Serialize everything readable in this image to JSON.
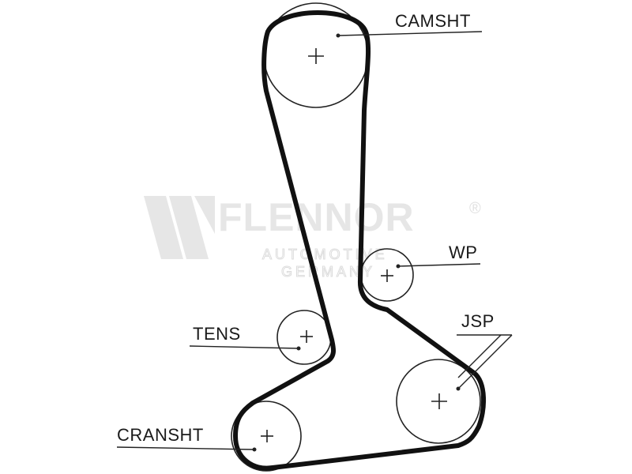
{
  "watermark": {
    "brand": "FLENNOR",
    "registered": "®",
    "line1": "AUTOMOTIVE",
    "line2": "GERMANY"
  },
  "labels": {
    "camshaft": "CAMSHT",
    "water_pump": "WP",
    "jsp": "JSP",
    "tensioner": "TENS",
    "crankshaft": "CRANSHT"
  }
}
